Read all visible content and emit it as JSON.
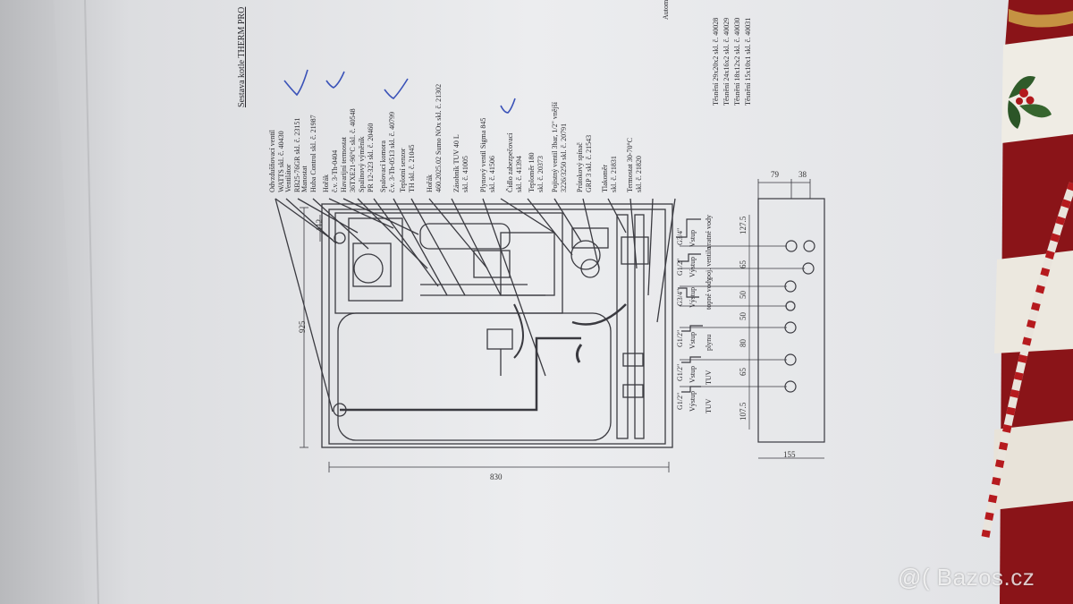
{
  "document": {
    "title": "Sestava kotle THERM PRO",
    "top_fragment": "Autom",
    "parts": [
      {
        "name": "Odvzdušňovací ventil",
        "code": "WATTS  skl. č. 40430"
      },
      {
        "name": "Ventilátor",
        "code": "RB25-76GR  skl. č. 23151"
      },
      {
        "name": "Manostat",
        "code": "Huba Control  skl. č. 21987"
      },
      {
        "name": "Hořák",
        "code": "č.v. 3-Th-0404"
      },
      {
        "name": "Havarijní termostat",
        "code": "36TXE21-96°C  skl. č. 40548"
      },
      {
        "name": "Spalinový výměník",
        "code": "PR 12-323  skl. č. 20460"
      },
      {
        "name": "Spalovací komora",
        "code": "č.v. 3-Th-0513  skl. č. 40799"
      },
      {
        "name": "Teplotní senzor",
        "code": "TH  skl. č. 21045"
      },
      {
        "name": "Hořák",
        "code": "460.2025.02 Sumo NOx  skl. č. 21302"
      },
      {
        "name": "Zásobník TUV 40 L",
        "code": "skl. č. 41005"
      },
      {
        "name": "Plynový ventil Sigma 845",
        "code": "skl. č. 41506"
      },
      {
        "name": "Čidlo zabezpečovací",
        "code": "skl. č. 41394"
      },
      {
        "name": "Teploměr 180",
        "code": "skl. č. 20373"
      },
      {
        "name": "Pojistný ventil 3bar, 1/2\" vnější",
        "code": "3226/3250  skl. č. 20791"
      },
      {
        "name": "Průtokový spínač",
        "code": "GRP 3  skl. č. 21543"
      },
      {
        "name": "Tlakoměr",
        "code": "skl. č. 21831"
      },
      {
        "name": "Termostat 30-70°C",
        "code": "skl. č. 21820"
      }
    ],
    "tables": [
      "Těsnění 29x20x2  skl. č. 40028",
      "Těsnění 24x16x2  skl. č. 40029",
      "Těsnění 18x12x2  skl. č. 40030",
      "Těsnění 15x10x1  skl. č. 40031"
    ],
    "dimensions": {
      "height": "925",
      "width": "830",
      "top_offset": "112",
      "depth": "155",
      "side_a": "79",
      "side_b": "38",
      "spacing": [
        "127.5",
        "65",
        "50",
        "50",
        "80",
        "65",
        "107.5"
      ]
    },
    "connections": [
      {
        "size": "G3/4\"",
        "label": "Vstup",
        "sub": "vratné vody"
      },
      {
        "size": "G1/2\"",
        "label": "Výstup",
        "sub": "poj. ventilu"
      },
      {
        "size": "G3/4\"",
        "label": "Výstup",
        "sub": "topné vody"
      },
      {
        "size": "G1/2\"",
        "label": "Vstup",
        "sub": "plynu"
      },
      {
        "size": "G1/2\"",
        "label": "Vstup",
        "sub": "TUV"
      },
      {
        "size": "G1/2\"",
        "label": "Výstup",
        "sub": "TUV"
      }
    ]
  },
  "watermark": "@( Bazos.cz",
  "colors": {
    "paper": "#e9eaec",
    "ink": "#2b2b30",
    "check_ink": "#3a52b8",
    "cloth_red": "#8a1418"
  }
}
